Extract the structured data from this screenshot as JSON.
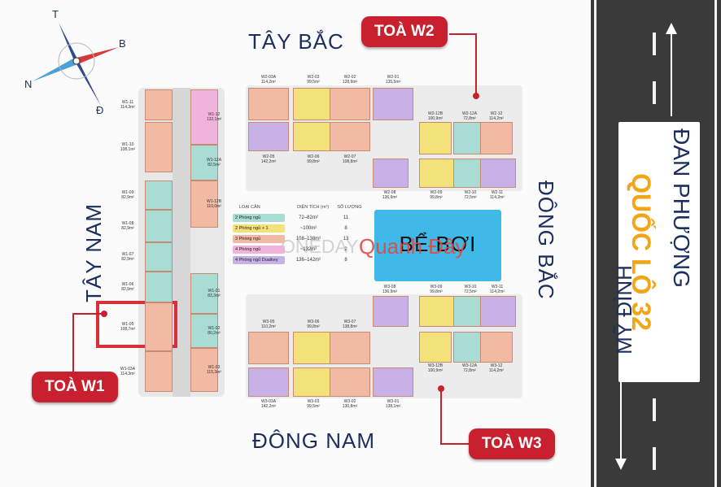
{
  "compass": {
    "north": "T",
    "east": "B",
    "west": "N",
    "south": "Đ"
  },
  "directions": {
    "northwest": "TÂY BẮC",
    "southwest": "TÂY NAM",
    "northeast": "ĐÔNG BẮC",
    "southeast": "ĐÔNG NAM"
  },
  "towers": {
    "w1": "TOÀ W1",
    "w2": "TOÀ W2",
    "w3": "TOÀ W3"
  },
  "road": {
    "name": "QUỐC LỘ 32",
    "direction_up": "ĐAN PHƯỢNG",
    "direction_down": "MỸ ĐÌNH"
  },
  "pool": "BỂ BƠI",
  "watermark": {
    "part1": "ONEDAY",
    "part2": "Quanh Đây"
  },
  "legend": {
    "headers": [
      "LOẠI CĂN",
      "DIỆN TÍCH (m²)",
      "SỐ LƯỢNG"
    ],
    "rows": [
      {
        "type": "2 Phòng ngủ",
        "area": "72–82m²",
        "count": "11",
        "color": "#a9ddd4"
      },
      {
        "type": "2 Phòng ngủ + 1",
        "area": "~100m²",
        "count": "8",
        "color": "#f3e27a"
      },
      {
        "type": "3 Phòng ngủ",
        "area": "108–138m²",
        "count": "13",
        "color": "#f2b9a3"
      },
      {
        "type": "4 Phòng ngủ",
        "area": "~132m²",
        "count": "2",
        "color": "#f0b3dc"
      },
      {
        "type": "4 Phòng ngủ Dualkey",
        "area": "136–142m²",
        "count": "8",
        "color": "#c7b1e6"
      }
    ]
  },
  "units_w1": [
    {
      "label": "W1-11",
      "area": "114,3m²"
    },
    {
      "label": "W1-12",
      "area": "132,1m²"
    },
    {
      "label": "W1-10",
      "area": "108,1m²"
    },
    {
      "label": "W1-12A",
      "area": "82,5m²"
    },
    {
      "label": "W1-09",
      "area": "82,9m²"
    },
    {
      "label": "W1-12B",
      "area": "110,0m²"
    },
    {
      "label": "W1-08",
      "area": "82,9m²"
    },
    {
      "label": "W1-07",
      "area": "82,9m²"
    },
    {
      "label": "W1-06",
      "area": "82,9m²"
    },
    {
      "label": "W1-01",
      "area": "83,3m²"
    },
    {
      "label": "W1-05",
      "area": "108,7m²"
    },
    {
      "label": "W1-02",
      "area": "80,2m²"
    },
    {
      "label": "W1-03A",
      "area": "114,3m²"
    },
    {
      "label": "W1-03",
      "area": "115,3m²"
    }
  ],
  "units_w2": [
    {
      "label": "W2-03A",
      "area": "114,2m²"
    },
    {
      "label": "W2-03",
      "area": "99,5m²"
    },
    {
      "label": "W2-02",
      "area": "128,9m²"
    },
    {
      "label": "W2-01",
      "area": "135,5m²"
    },
    {
      "label": "W2-12B",
      "area": "100,9m²"
    },
    {
      "label": "W2-12A",
      "area": "72,8m²"
    },
    {
      "label": "W2-12",
      "area": "114,2m²"
    },
    {
      "label": "W2-05",
      "area": "142,2m²"
    },
    {
      "label": "W2-06",
      "area": "99,8m²"
    },
    {
      "label": "W2-07",
      "area": "108,8m²"
    },
    {
      "label": "W2-08",
      "area": "136,9m²"
    },
    {
      "label": "W2-09",
      "area": "99,8m²"
    },
    {
      "label": "W2-10",
      "area": "72,5m²"
    },
    {
      "label": "W2-11",
      "area": "114,2m²"
    }
  ],
  "units_w3": [
    {
      "label": "W3-08",
      "area": "136,9m²"
    },
    {
      "label": "W3-09",
      "area": "99,8m²"
    },
    {
      "label": "W3-10",
      "area": "72,5m²"
    },
    {
      "label": "W3-11",
      "area": "114,2m²"
    },
    {
      "label": "W3-05",
      "area": "110,2m²"
    },
    {
      "label": "W3-06",
      "area": "99,8m²"
    },
    {
      "label": "W3-07",
      "area": "138,8m²"
    },
    {
      "label": "W3-12B",
      "area": "100,9m²"
    },
    {
      "label": "W3-12A",
      "area": "72,8m²"
    },
    {
      "label": "W3-12",
      "area": "114,2m²"
    },
    {
      "label": "W3-03A",
      "area": "142,2m²"
    },
    {
      "label": "W3-03",
      "area": "99,5m²"
    },
    {
      "label": "W3-02",
      "area": "130,8m²"
    },
    {
      "label": "W3-01",
      "area": "138,1m²"
    }
  ]
}
